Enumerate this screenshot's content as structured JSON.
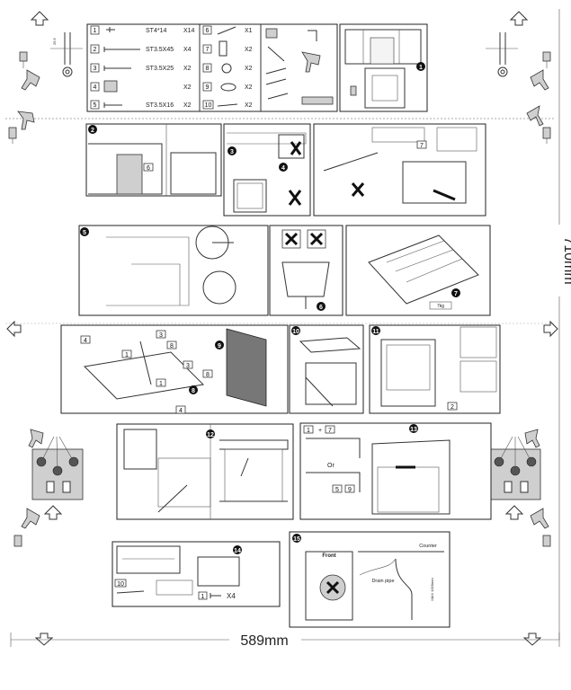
{
  "dimensions": {
    "width_label": "589mm",
    "height_label": "710mm"
  },
  "parts": [
    {
      "num": "1",
      "code": "ST4*14",
      "qty": "X14",
      "icon": "screw-short-icon"
    },
    {
      "num": "2",
      "code": "ST3.5X45",
      "qty": "X4",
      "icon": "screw-long-icon"
    },
    {
      "num": "3",
      "code": "ST3.5X25",
      "qty": "X2",
      "icon": "screw-medium-icon"
    },
    {
      "num": "4",
      "code": "",
      "qty": "X2",
      "icon": "bracket-icon"
    },
    {
      "num": "5",
      "code": "ST3.5X16",
      "qty": "X2",
      "icon": "screw-short-icon"
    },
    {
      "num": "6",
      "code": "",
      "qty": "X1",
      "icon": "hook-icon"
    },
    {
      "num": "7",
      "code": "",
      "qty": "X2",
      "icon": "plate-icon"
    },
    {
      "num": "8",
      "code": "",
      "qty": "X2",
      "icon": "cap-icon"
    },
    {
      "num": "9",
      "code": "",
      "qty": "X2",
      "icon": "clip-icon"
    },
    {
      "num": "10",
      "code": "",
      "qty": "X2",
      "icon": "strip-icon"
    }
  ],
  "steps": {
    "s1": "1",
    "s2": "2",
    "s3": "3",
    "s4": "4",
    "s5": "5",
    "s6": "6",
    "s7": "7",
    "s8": "8",
    "s9": "9",
    "s10": "10",
    "s11": "11",
    "s12": "12",
    "s13": "13",
    "s14": "14",
    "s15": "15"
  },
  "callouts": {
    "c6": "6",
    "c7": "7",
    "c3a": "3",
    "c4a": "4",
    "c1a": "1",
    "c8a": "8",
    "c3b": "3",
    "c8b": "8",
    "c1b": "1",
    "c4b": "4",
    "c2": "2",
    "c1c": "1",
    "plus1": "+",
    "c7b": "7",
    "or": "Or",
    "c5": "5",
    "c9": "9",
    "c10": "10",
    "c1d": "1",
    "x4": "X4",
    "weight": "7kg"
  },
  "step15": {
    "front": "Front",
    "counter": "Counter",
    "drain": "Drain pipe",
    "max": "MAX 1000mm"
  },
  "icons": [
    "arrow-up-icon",
    "arrow-down-icon",
    "arrow-left-icon",
    "arrow-right-icon",
    "drill-icon",
    "prohibited-icon"
  ]
}
